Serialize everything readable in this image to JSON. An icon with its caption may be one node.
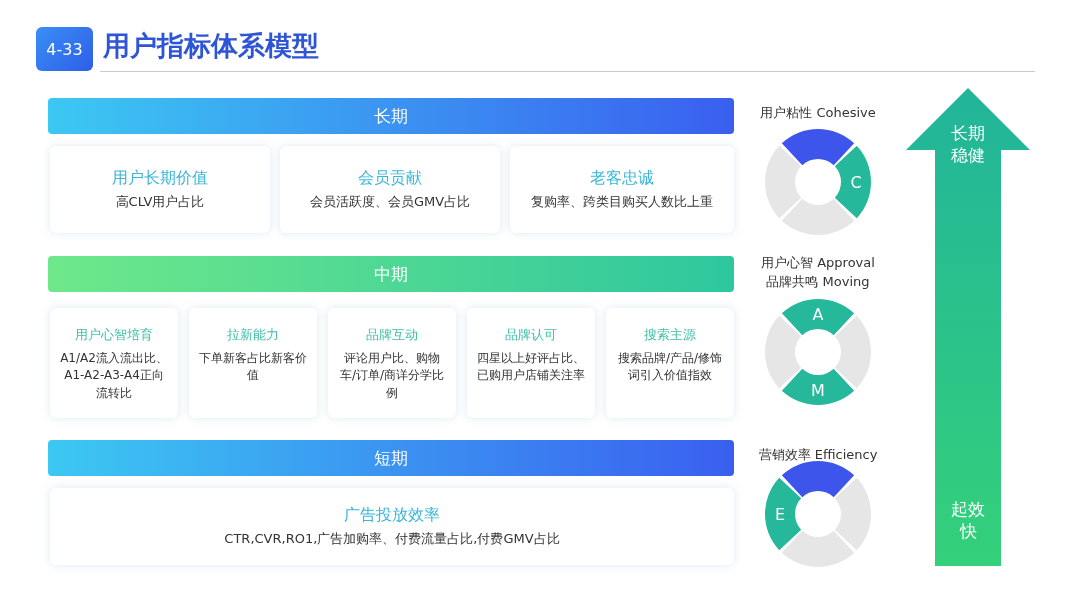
{
  "diagram": {
    "title": "用户指标体系模型",
    "nodes": [
      {
        "text": [
          "长期"
        ]
      },
      {
        "text": [
          "用户长期价值",
          "高CLV用户占比"
        ]
      },
      {
        "text": [
          "会员贡献",
          "会员活跃度、会员GMV占比"
        ]
      },
      {
        "text": [
          "老客忠诚",
          "复购率、跨类目购买人数比上重"
        ]
      },
      {
        "text": [
          "中期"
        ]
      },
      {
        "text": [
          "用户心智培育",
          "A1/A2流入流出比、A1-A2-A3-A4正向流转比"
        ]
      },
      {
        "text": [
          "拉新能力",
          "下单新客占比新客价值"
        ]
      },
      {
        "text": [
          "品牌互动",
          "评论用户比、购物车/订单/商详分学比例"
        ]
      },
      {
        "text": [
          "品牌认可",
          "四星以上好评占比、已购用户店铺关注率"
        ]
      },
      {
        "text": [
          "搜索主源",
          "搜索品牌/产品/修饰词引入价值指效"
        ]
      },
      {
        "text": [
          "短期"
        ]
      },
      {
        "text": [
          "广告投放效率",
          "CTR,CVR,RO1,广告加购率、付费流量占比,付费GMV占比"
        ]
      },
      {
        "text": [
          "C"
        ],
        "beside": [
          "用户粘性 Cohesive"
        ]
      },
      {
        "text": [
          "A",
          "M"
        ],
        "beside": [
          "用户心智 Approval",
          "品牌共鸣 Moving"
        ]
      },
      {
        "text": [
          "E"
        ],
        "beside": [
          "营销效率 Efficiency"
        ]
      },
      {
        "text": [
          "长期稳健",
          "起效快"
        ]
      }
    ],
    "labels": [
      "4-33"
    ]
  }
}
